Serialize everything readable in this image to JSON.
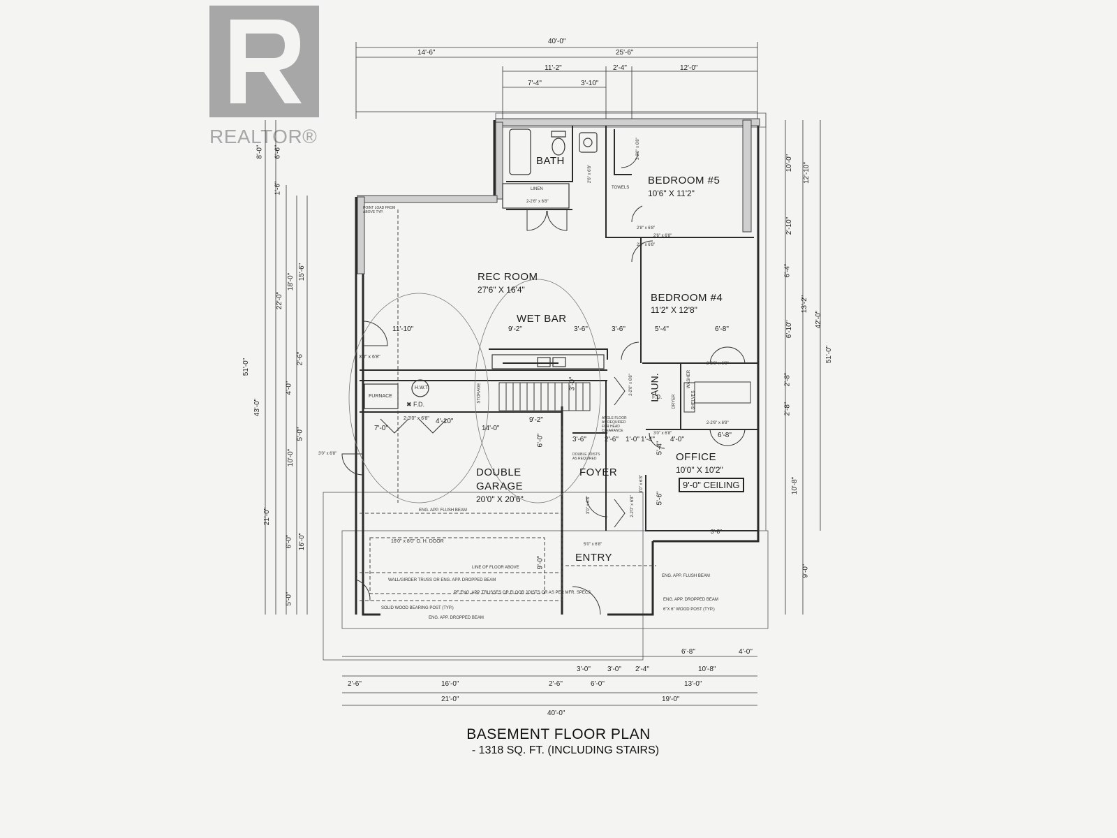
{
  "watermark": {
    "logo_text": "REALTOR®"
  },
  "title": "BASEMENT FLOOR PLAN",
  "subtitle": "- 1318 SQ. FT. (INCLUDING STAIRS)",
  "rooms": {
    "bath": {
      "name": "BATH"
    },
    "bedroom5": {
      "name": "BEDROOM #5",
      "size": "10'6\" X 11'2\""
    },
    "rec_room": {
      "name": "REC ROOM",
      "size": "27'6\" X 16'4\""
    },
    "wet_bar": {
      "name": "WET BAR"
    },
    "bedroom4": {
      "name": "BEDROOM #4",
      "size": "11'2\" X 12'8\""
    },
    "laundry": {
      "name": "LAUN."
    },
    "office": {
      "name": "OFFICE",
      "size": "10'0\" X 10'2\"",
      "ceiling": "9'-0\" CEILING"
    },
    "foyer": {
      "name": "FOYER"
    },
    "garage": {
      "name": "DOUBLE",
      "name2": "GARAGE",
      "size": "20'0\" X 20'6\""
    },
    "entry": {
      "name": "ENTRY"
    }
  },
  "fixtures": {
    "furnace": "FURNACE",
    "hwt": "H.W.T.",
    "floor_drain": "✖ F.D.",
    "storage": "STORAGE",
    "linen": "LINEN",
    "towels": "TOWELS",
    "washer": "WASHER",
    "dryer": "DRYER",
    "shelves": "SHELVES",
    "laun_fd": "F.D.",
    "garage_door": "16'0\" x 8'0\"  O. H. DOOR",
    "floor_above": "LINE OF FLOOR ABOVE",
    "notes": {
      "beam1": "ENG. APP. FLUSH BEAM",
      "girder": "WALL/GIRDER TRUSS OR ENG. APP. DROPPED BEAM",
      "truss": "PF ENG. APP. TRUSSES OR FLOOR JOISTS OR AS PER MFR. SPECS.",
      "post": "SOLID WOOD BEARING POST (TYP.)",
      "beam2": "ENG. APP. DROPPED BEAM",
      "beam3": "ENG. APP. FLUSH BEAM",
      "beam4": "ENG. APP. DROPPED BEAM",
      "post2": "6\"X 6\" WOOD POST (TYP.)",
      "angle": "ANGLE FLOOR AS REQUIRED FOR HEAD CLEARANCE",
      "joists": "DOUBLE JOISTS AS REQUIRED",
      "point_load": "POINT LOAD FROM ABOVE TYP."
    }
  },
  "doors": {
    "d1": "2-2'6\" x 6'8\"",
    "d2": "2'6\" x 6'8\"",
    "d3": "2-2'0\" x 6'8\"",
    "d4": "2'8\" x 6'8\"",
    "d5": "2'6\" x 6'8\"",
    "d6": "3'0\" x 6'8\"",
    "d7": "2-3'0\" x 6'8\"",
    "d8": "2-2'6\" x 6'8\"",
    "d9": "2-2'6\" x 6'8\"",
    "d10": "3'0\" x 6'8\"",
    "d11": "3'0\" x 6'8\"",
    "d12": "5'0\" x 6'8\"",
    "d13": "2-2'0\" x 6'8\"",
    "d14": "2-2'0\" x 6'8\"",
    "d15": "3'0\" x 6'8\"",
    "d16": "3'0\" x 6'8\"",
    "d17": "2'6\" x 6'8\""
  },
  "dims_top": {
    "overall": "40'-0\"",
    "a": "14'-6\"",
    "b": "25'-6\"",
    "c": "11'-2\"",
    "d": "2'-4\"",
    "e": "12'-0\"",
    "f": "7'-4\"",
    "g": "3'-10\""
  },
  "dims_interior": {
    "i1": "11'-10\"",
    "i2": "9'-2\"",
    "i3": "3'-6\"",
    "i4": "3'-6\"",
    "i5": "5'-4\"",
    "i6": "6'-8\"",
    "i7": "7'-0\"",
    "i8": "4'-10\"",
    "i9": "14'-0\"",
    "i10": "9'-2\"",
    "i11": "3'-6\"",
    "i12": "2'-6\"",
    "i13": "1'-0\"",
    "i14": "1'-4\"",
    "i15": "4'-0\"",
    "i16": "6'-8\"",
    "i17": "3'-8\"",
    "i18": "6'-0\"",
    "i19": "9'-0\"",
    "i20": "5'-6\"",
    "i21": "5'-4\"",
    "i22": "3'-0\""
  },
  "dims_bottom": {
    "b1": "6'-8\"",
    "b2": "4'-0\"",
    "b3": "3'-0\"",
    "b4": "3'-0\"",
    "b5": "2'-4\"",
    "b6": "10'-8\"",
    "b7": "2'-6\"",
    "b8": "16'-0\"",
    "b9": "2'-6\"",
    "b10": "6'-0\"",
    "b11": "13'-0\"",
    "b12": "21'-0\"",
    "b13": "19'-0\"",
    "b14": "40'-0\""
  },
  "dims_left": {
    "l1": "8'-0\"",
    "l2": "6'-6\"",
    "l3": "1'-6\"",
    "l4": "15'-6\"",
    "l5": "18'-0\"",
    "l6": "22'-0\"",
    "l7": "51'-0\"",
    "l8": "2'-6\"",
    "l9": "4'-0\"",
    "l10": "43'-0\"",
    "l11": "5'-0\"",
    "l12": "10'-0\"",
    "l13": "21'-0\"",
    "l14": "6'-0\"",
    "l15": "16'-0\"",
    "l16": "5'-0\""
  },
  "dims_right": {
    "r1": "10'-0\"",
    "r2": "12'-10\"",
    "r3": "2'-10\"",
    "r4": "6'-4\"",
    "r5": "13'-2\"",
    "r6": "42'-0\"",
    "r7": "6'-10\"",
    "r8": "51'-0\"",
    "r9": "2'-8\"",
    "r10": "2'-8\"",
    "r11": "10'-8\"",
    "r12": "9'-0\""
  }
}
